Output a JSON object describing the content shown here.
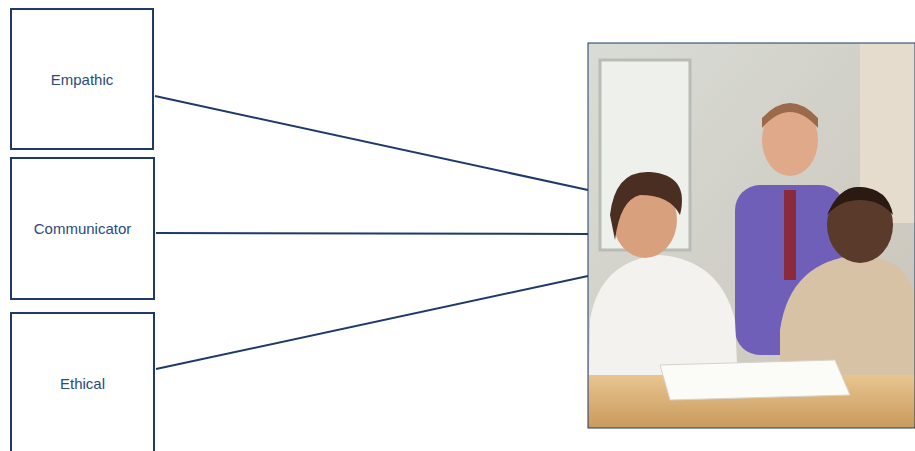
{
  "diagram": {
    "nodes": [
      {
        "text": [
          "Empathic"
        ]
      },
      {
        "text": [
          "Communicator"
        ]
      },
      {
        "text": [
          "Ethical"
        ]
      }
    ]
  }
}
